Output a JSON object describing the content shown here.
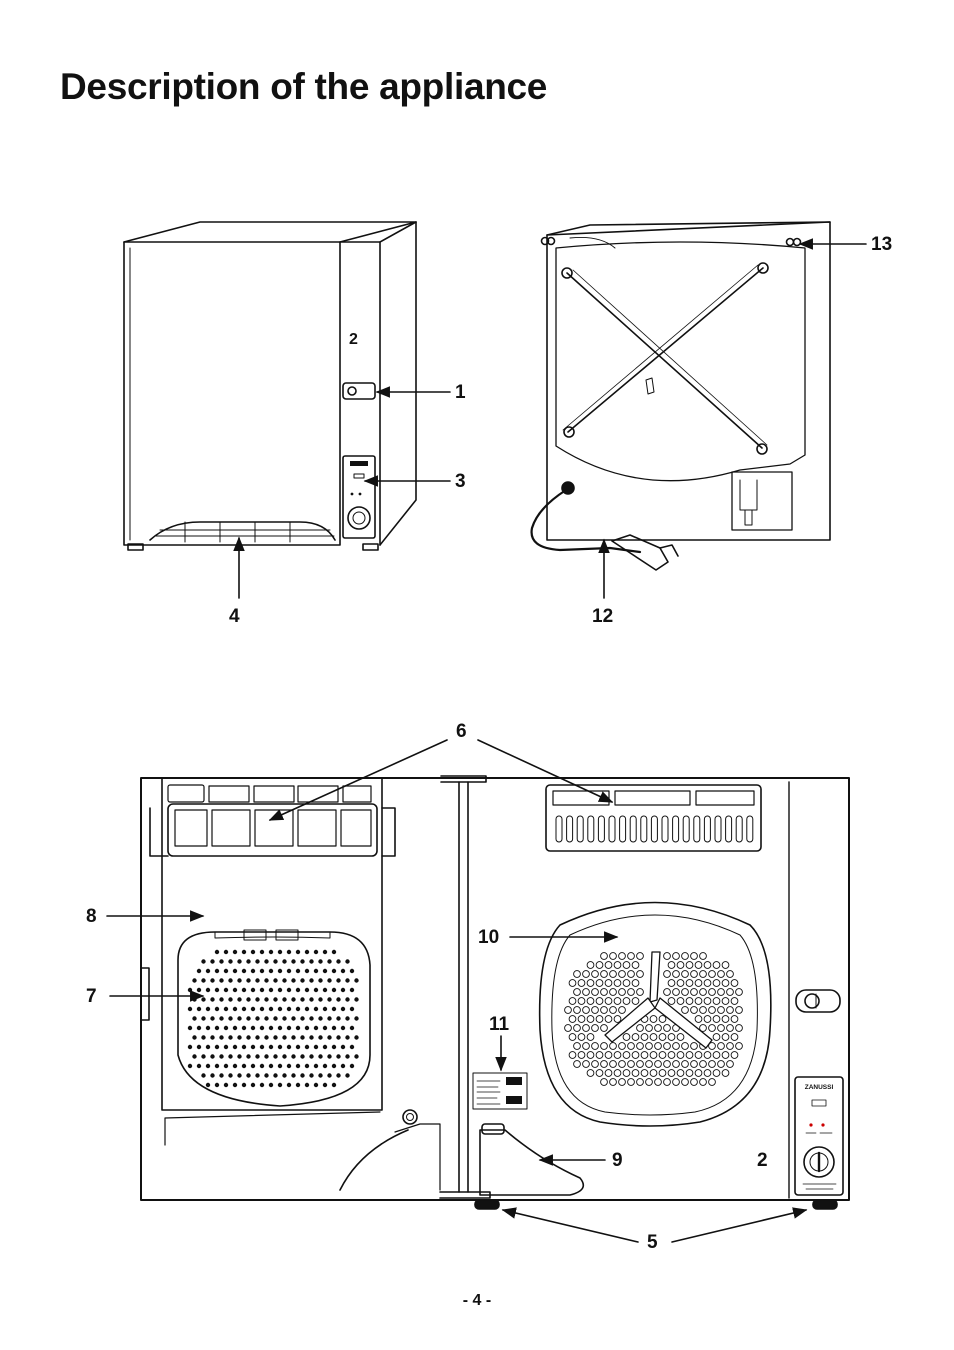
{
  "page": {
    "title": "Description of the appliance",
    "page_number": "- 4 -"
  },
  "callouts": {
    "front_top_label": "2",
    "front_door_release": "1",
    "front_control_panel": "3",
    "front_base_grille": "4",
    "rear_hose": "12",
    "rear_vent": "13",
    "open_air_vents": "6",
    "open_door_label": "8",
    "open_filter": "7",
    "open_drum_back": "10",
    "open_rating_plate": "11",
    "open_hinge": "9",
    "open_panel_label": "2",
    "open_feet": "5"
  },
  "panel": {
    "brand": "ZANUSSI"
  }
}
